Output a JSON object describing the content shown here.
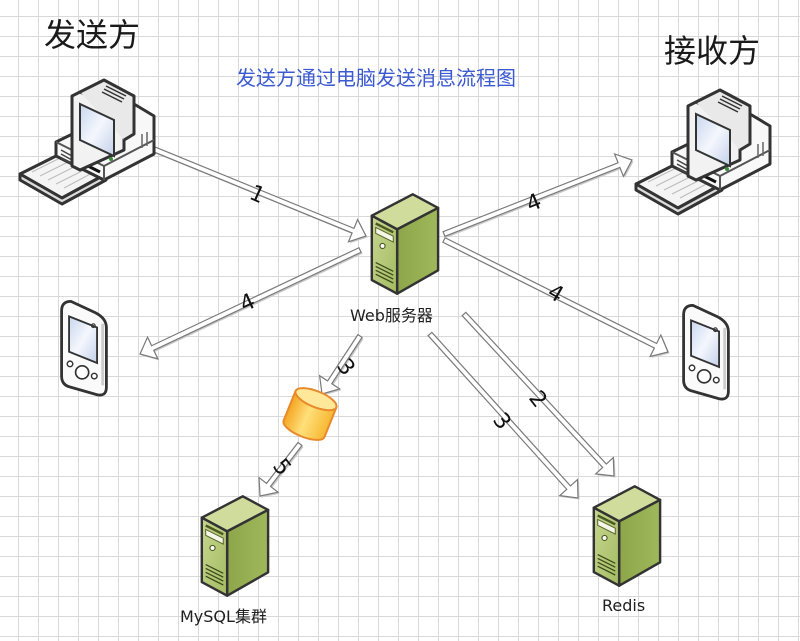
{
  "labels": {
    "sender": "发送方",
    "receiver": "接收方",
    "title": "发送方通过电脑发送消息流程图"
  },
  "nodes": {
    "web_server": "Web服务器",
    "mysql": "MySQL集群",
    "redis": "Redis"
  },
  "steps": {
    "sender_to_server": "1",
    "server_to_redis": "2",
    "server_to_cache": "3",
    "server_to_redis_3": "3",
    "cache_to_mysql": "5",
    "server_to_receiver_pc": "4",
    "server_to_sender_phone": "4",
    "server_to_receiver_phone": "4"
  },
  "colors": {
    "title": "#3b59d1",
    "server_green": "#9bb45a",
    "cache_orange": "#f7b733",
    "arrow_fill": "#ffffff",
    "arrow_stroke": "#7a7a7a"
  }
}
